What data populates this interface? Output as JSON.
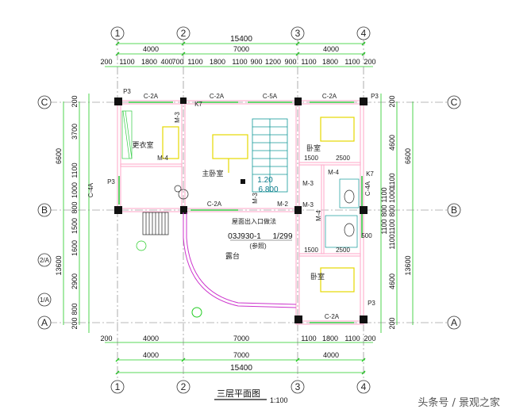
{
  "axes": {
    "columns": [
      "1",
      "2",
      "3",
      "4"
    ],
    "rows": [
      "C",
      "B",
      "2/A",
      "1/A",
      "A"
    ]
  },
  "dims": {
    "top_total": "15400",
    "top_mid": [
      "4000",
      "7000",
      "4000"
    ],
    "top_fine": [
      "200",
      "1100",
      "1800",
      "400",
      "700",
      "1100",
      "1800",
      "1100",
      "900",
      "1200",
      "900",
      "1100",
      "1800",
      "1100",
      "200"
    ],
    "bottom_fine": [
      "200",
      "4000",
      "7000",
      "1100",
      "1800",
      "1100",
      "200"
    ],
    "bottom_mid": [
      "4000",
      "7000",
      "4000"
    ],
    "bottom_total": "15400",
    "left_outer": [
      "6600",
      "13600"
    ],
    "left_inner": [
      "200",
      "3700",
      "1100",
      "1000",
      "800",
      "1500",
      "1600",
      "2900",
      "800",
      "200"
    ],
    "left_tag": "C-4A",
    "right_outer": [
      "6600",
      "13600"
    ],
    "right_inner": [
      "200",
      "4600",
      "1100",
      "1000",
      "800",
      "1100",
      "1100",
      "4600",
      "200"
    ],
    "right_mid": [
      "200",
      "1100",
      "800",
      "1100",
      "1100",
      "6600"
    ],
    "right_tag": "C-4A"
  },
  "rooms": {
    "master": "主卧室",
    "dressing": "更衣室",
    "bedroom1": "卧室",
    "bedroom2": "卧室",
    "terrace": "露台"
  },
  "tags": {
    "c2a_top_left": "C-2A",
    "c2a_top_mid": "C-2A",
    "c5a": "C-5A",
    "c2a_top_right": "C-2A",
    "c2a_b_mid": "C-2A",
    "c2a_bottom": "C-2A",
    "m4_top_left": "M-4",
    "m3_top": "M-3",
    "m3_mid": "M-3",
    "m2": "M-2",
    "m3_right": "M-3",
    "m4_right": "M-4",
    "m4_small": "M-4",
    "m3_bath": "M-3",
    "p3_tl": "P3",
    "p3_tr": "P3",
    "p3_left": "P3",
    "p3_br": "P3",
    "k7_top": "K7",
    "k7_right": "K7",
    "num_1500_a": "1500",
    "num_2500_a": "2500",
    "num_1500_b": "1500",
    "num_2500_b": "2500",
    "num_500": "500"
  },
  "elevations": {
    "stair": "1.20",
    "floor": "6.800"
  },
  "notes": {
    "ref_small": "屋面出入口做法",
    "ref_code": "03J930-1",
    "ref_page": "1/299",
    "ref_sub": "(参照)"
  },
  "title": {
    "text": "三层平面图",
    "scale": "1:100"
  },
  "watermark": "头条号 / 景观之家",
  "colors": {
    "wall": "#ffb3d0",
    "dim_line": "#22cc22",
    "axis_line": "#555555",
    "window": "#33cc44",
    "furniture": "#e6d800",
    "pier": "#111111",
    "stair": "#119999",
    "terrace": "#cc33cc",
    "text": "#222222"
  }
}
